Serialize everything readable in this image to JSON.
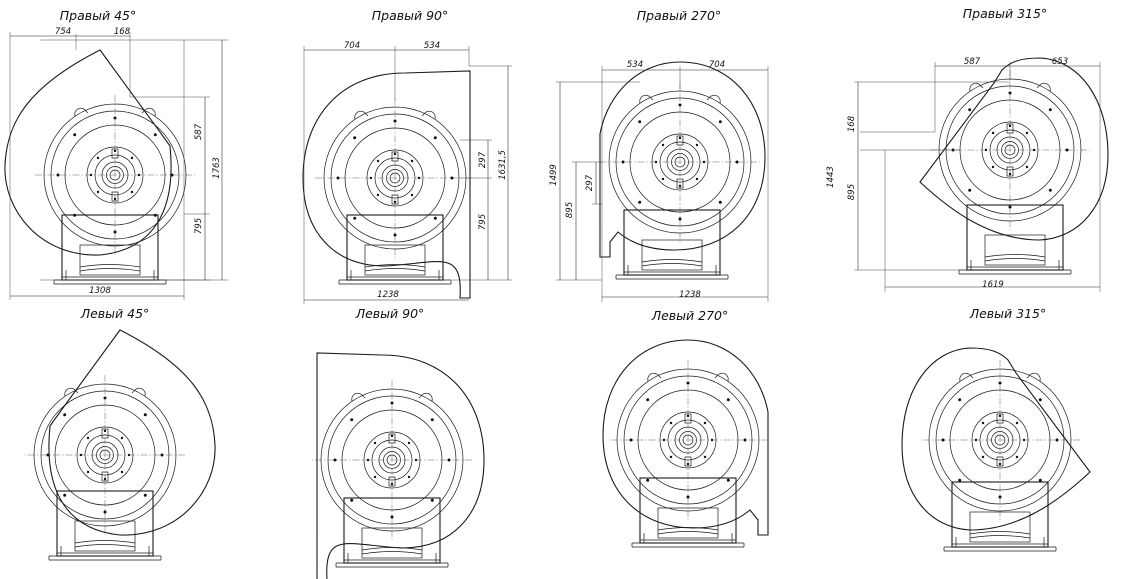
{
  "drawings": {
    "right_45": {
      "title": "Правый 45°",
      "dims": {
        "w1": "754",
        "w2": "168",
        "v1": "587",
        "v2": "1763",
        "v3": "795",
        "total": "1308"
      }
    },
    "right_90": {
      "title": "Правый 90°",
      "dims": {
        "w1": "704",
        "w2": "534",
        "v1": "297",
        "v2": "1631,5",
        "v3": "795",
        "total": "1238"
      }
    },
    "right_270": {
      "title": "Правый 270°",
      "dims": {
        "w1": "534",
        "w2": "704",
        "v1": "1499",
        "v2": "297",
        "v3": "895",
        "total": "1238"
      }
    },
    "right_315": {
      "title": "Правый 315°",
      "dims": {
        "w1": "587",
        "w2": "653",
        "v1": "1443",
        "v2": "168",
        "v3": "895",
        "total": "1619"
      }
    },
    "left_45": {
      "title": "Левый 45°"
    },
    "left_90": {
      "title": "Левый 90°"
    },
    "left_270": {
      "title": "Левый 270°"
    },
    "left_315": {
      "title": "Левый 315°"
    }
  },
  "colors": {
    "line": "#1a1a1a",
    "background": "#ffffff"
  }
}
